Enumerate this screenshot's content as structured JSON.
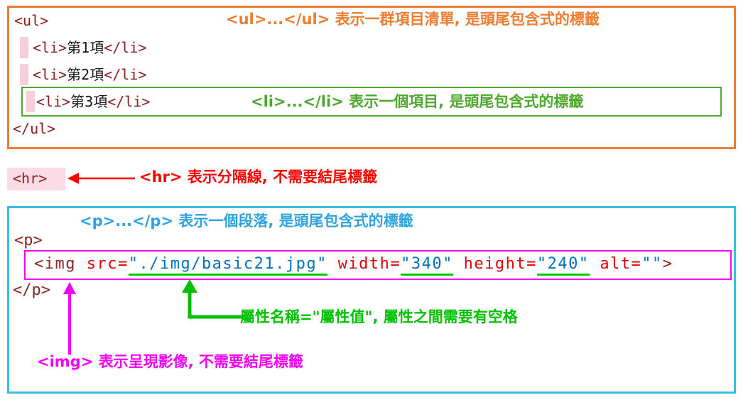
{
  "ul_panel": {
    "code_ul_open": "<ul>",
    "code_ul_close": "</ul>",
    "list_items": [
      {
        "open": "<li>",
        "text": "第1項",
        "close": "</li>"
      },
      {
        "open": "<li>",
        "text": "第2項",
        "close": "</li>"
      },
      {
        "open": "<li>",
        "text": "第3項",
        "close": "</li>"
      }
    ],
    "ul_annotation": "<ul>...</ul> 表示一群項目清單, 是頭尾包含式的標籤",
    "li_annotation": "<li>...</li> 表示一個項目, 是頭尾包含式的標籤"
  },
  "hr_row": {
    "code_hr": "<hr>",
    "hr_annotation": "<hr> 表示分隔線, 不需要結尾標籤"
  },
  "p_panel": {
    "p_annotation": "<p>...</p> 表示一個段落, 是頭尾包含式的標籤",
    "code_p_open": "<p>",
    "code_p_close": "</p>",
    "img_tokens": [
      {
        "text": "<img "
      },
      {
        "text": "src="
      },
      {
        "text": "\"./img/basic21.jpg\""
      },
      {
        "text": " "
      },
      {
        "text": "width="
      },
      {
        "text": "\"340\""
      },
      {
        "text": " "
      },
      {
        "text": "height="
      },
      {
        "text": "\"240\""
      },
      {
        "text": " "
      },
      {
        "text": "alt="
      },
      {
        "text": "\"\""
      },
      {
        "text": ">"
      }
    ],
    "attr_annotation": "屬性名稱=\"屬性值\", 屬性之間需要有空格",
    "img_annotation": "<img> 表示呈現影像, 不需要結尾標籤"
  },
  "colors": {
    "orange_border": "#ED7D31",
    "green_box": "#4EA72E",
    "bright_green": "#00C000",
    "underline_green": "#00CC00",
    "red": "#FF0000",
    "blue_annotation": "#2EA3DD",
    "cyan_border": "#3BBEE3",
    "magenta": "#FF00FF",
    "code_tag": "#8B2323",
    "code_attr": "#E00000",
    "code_value": "#0070C0",
    "pink_highlight": "#F8CDDD"
  }
}
